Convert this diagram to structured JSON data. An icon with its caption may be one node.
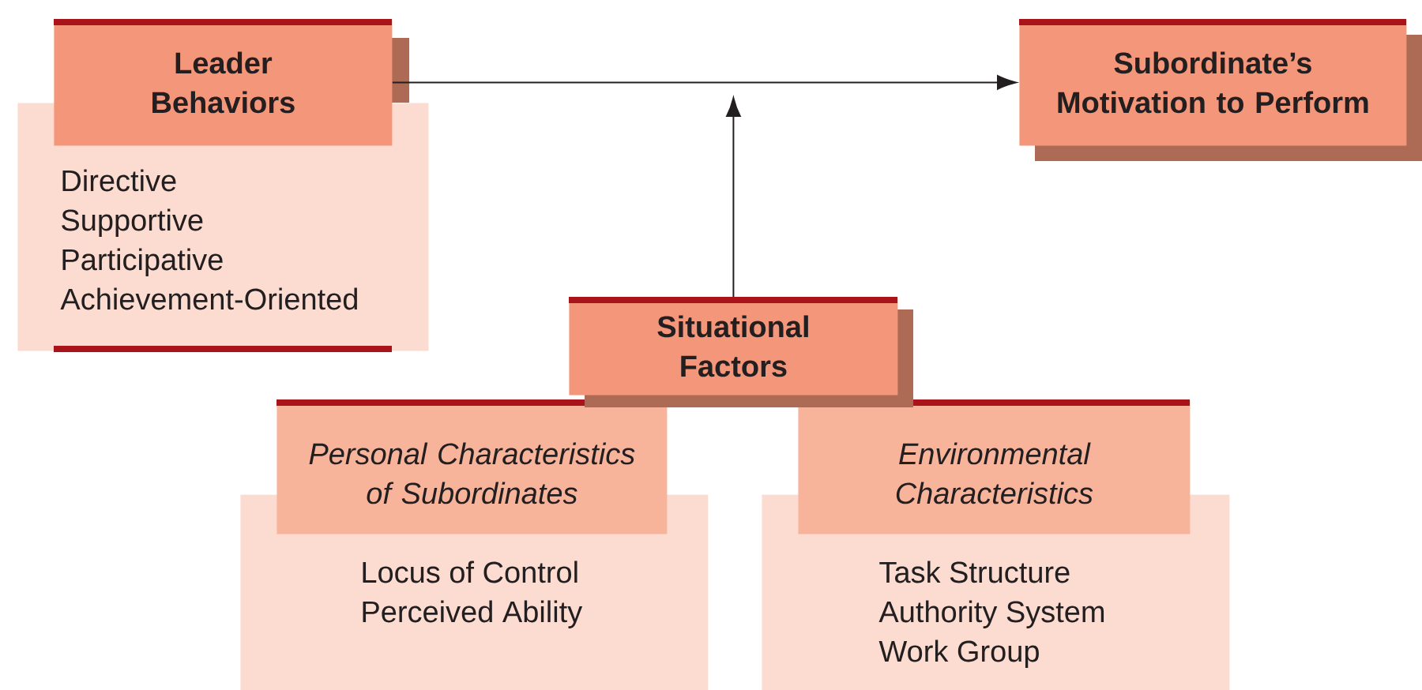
{
  "diagram": {
    "nodes": [
      {
        "text": [
          "Leader Behaviors"
        ]
      },
      {
        "text": [
          "Directive",
          "Supportive",
          "Participative",
          "Achievement-Oriented"
        ]
      },
      {
        "text": [
          "Subordinate’s Motivation to Perform"
        ]
      },
      {
        "text": [
          "Situational Factors"
        ]
      },
      {
        "text": [
          "Personal Characteristics of Subordinates"
        ]
      },
      {
        "text": [
          "Locus of Control",
          "Perceived Ability"
        ]
      },
      {
        "text": [
          "Environmental Characteristics"
        ]
      },
      {
        "text": [
          "Task Structure",
          "Authority System",
          "Work Group"
        ]
      }
    ],
    "edges": [
      {
        "from": 0,
        "to": 2,
        "arrow": "to"
      },
      {
        "from": 3,
        "to": null,
        "arrow": "to"
      }
    ]
  }
}
